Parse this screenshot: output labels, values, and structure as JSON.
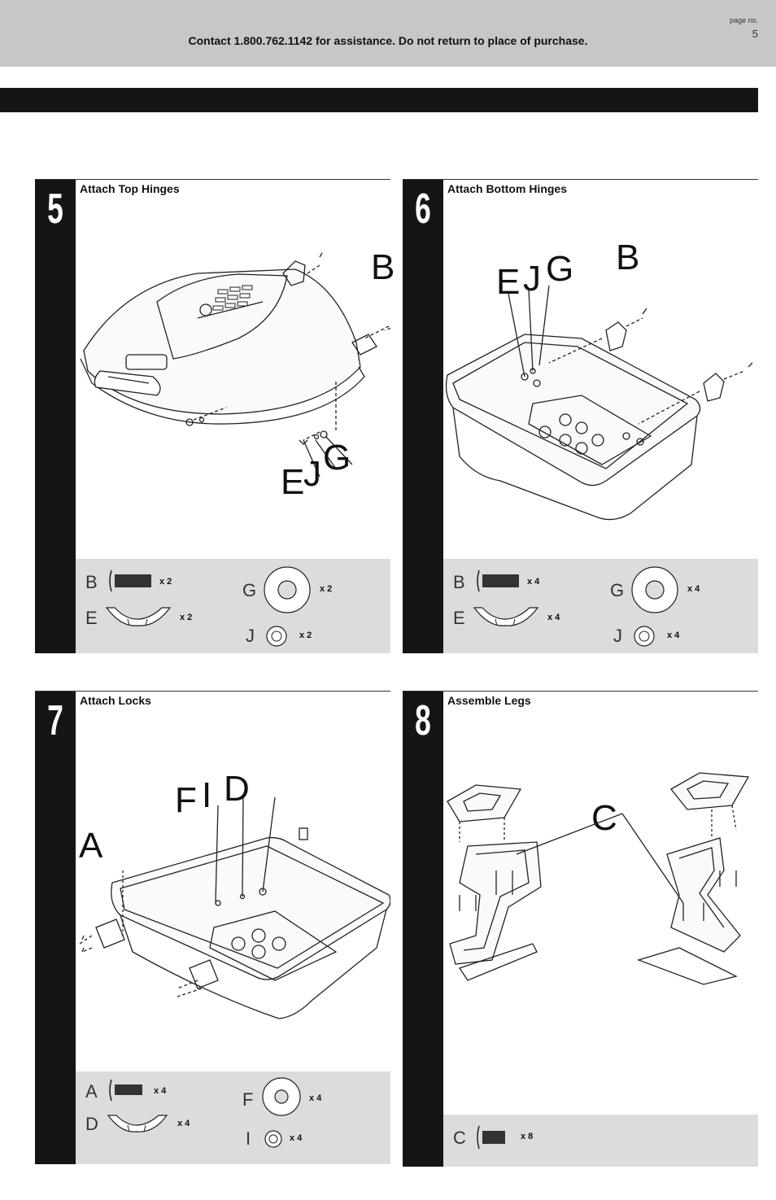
{
  "header": {
    "contact": "Contact 1.800.762.1142 for assistance. Do not return to place of purchase.",
    "page_label": "page no.",
    "page_number": "5"
  },
  "steps": [
    {
      "number": "5",
      "title": "Attach Top Hinges",
      "callouts": [
        "B",
        "E",
        "J",
        "G"
      ],
      "parts": [
        {
          "letter": "B",
          "qty": "x 2"
        },
        {
          "letter": "E",
          "qty": "x 2"
        },
        {
          "letter": "G",
          "qty": "x 2"
        },
        {
          "letter": "J",
          "qty": "x 2"
        }
      ]
    },
    {
      "number": "6",
      "title": "Attach Bottom Hinges",
      "callouts": [
        "E",
        "J",
        "G",
        "B"
      ],
      "parts": [
        {
          "letter": "B",
          "qty": "x 4"
        },
        {
          "letter": "E",
          "qty": "x 4"
        },
        {
          "letter": "G",
          "qty": "x 4"
        },
        {
          "letter": "J",
          "qty": "x 4"
        }
      ]
    },
    {
      "number": "7",
      "title": "Attach Locks",
      "callouts": [
        "F",
        "I",
        "D",
        "A"
      ],
      "parts": [
        {
          "letter": "A",
          "qty": "x 4"
        },
        {
          "letter": "D",
          "qty": "x 4"
        },
        {
          "letter": "F",
          "qty": "x 4"
        },
        {
          "letter": "I",
          "qty": "x 4"
        }
      ]
    },
    {
      "number": "8",
      "title": "Assemble Legs",
      "callouts": [
        "C"
      ],
      "parts": [
        {
          "letter": "C",
          "qty": "x 8"
        }
      ]
    }
  ]
}
